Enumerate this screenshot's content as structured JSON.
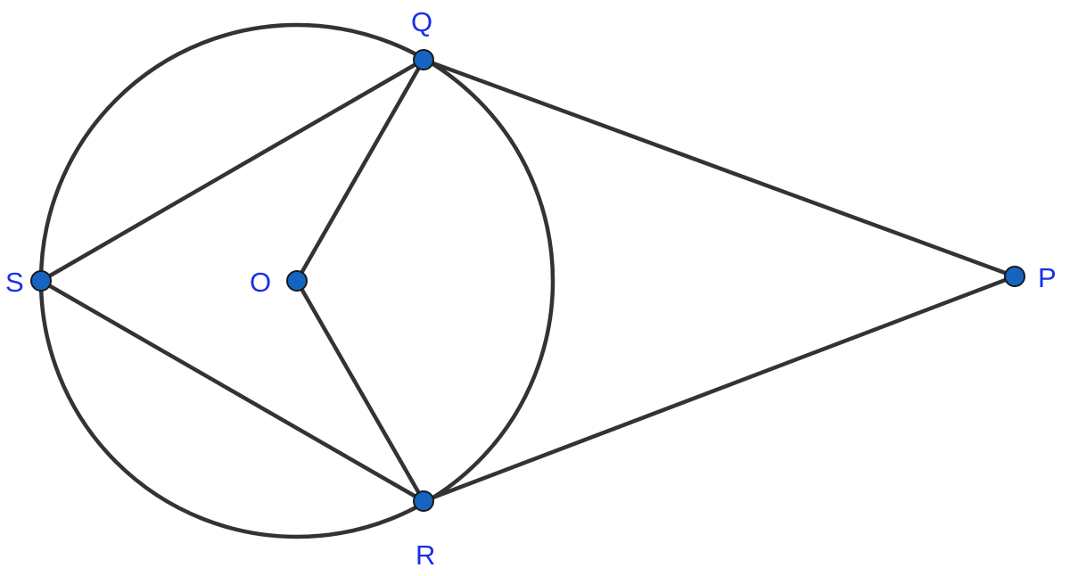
{
  "diagram": {
    "points": {
      "Q": {
        "label": "Q"
      },
      "S": {
        "label": "S"
      },
      "O": {
        "label": "O"
      },
      "R": {
        "label": "R"
      },
      "P": {
        "label": "P"
      }
    },
    "colors": {
      "point_fill": "#1565c0",
      "label": "#1a2ee6",
      "line": "#333333"
    }
  }
}
